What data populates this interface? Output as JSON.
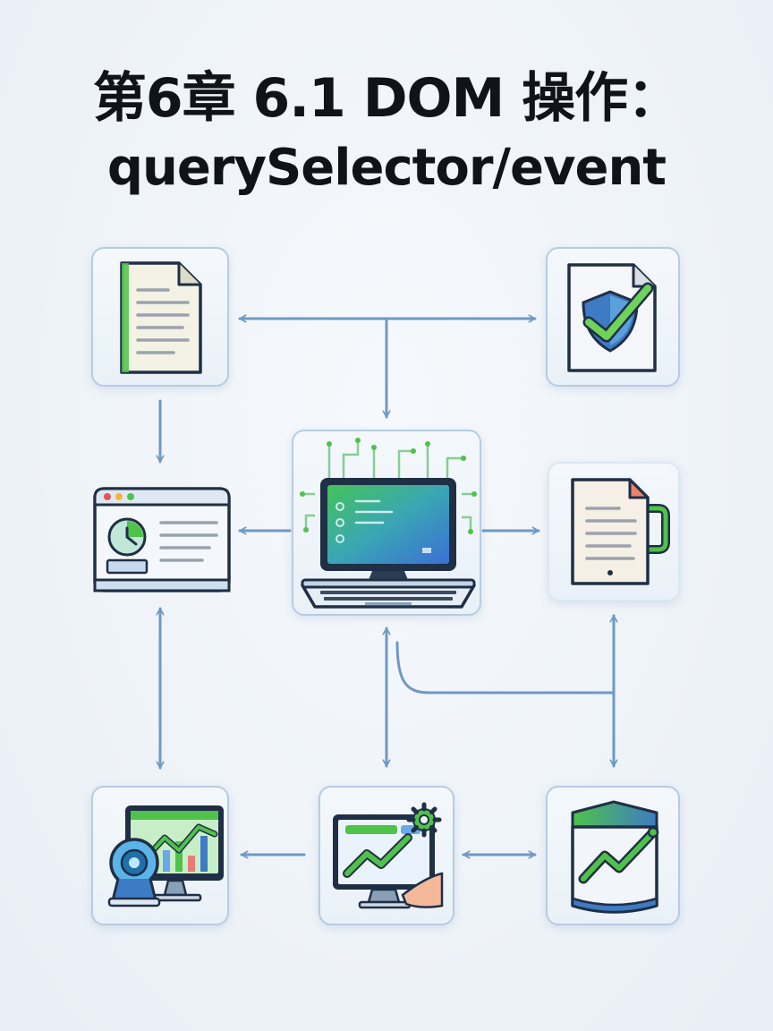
{
  "title": {
    "line1": "第6章 6.1 DOM 操作：",
    "line2": "querySelector/event"
  },
  "colors": {
    "connector": "#6f99c3",
    "node_border": "#b6cce2",
    "accent_green": "#4fc24a",
    "accent_blue": "#3d7bc4",
    "outline": "#1f2f45"
  },
  "nodes": [
    {
      "id": "document",
      "icon": "document-icon"
    },
    {
      "id": "secure-document",
      "icon": "shield-check-document-icon"
    },
    {
      "id": "browser-window",
      "icon": "browser-window-icon"
    },
    {
      "id": "laptop",
      "icon": "laptop-circuit-icon"
    },
    {
      "id": "document-mug",
      "icon": "document-mug-icon"
    },
    {
      "id": "monitor-analytics",
      "icon": "monitor-chart-webcam-icon"
    },
    {
      "id": "screen-growth",
      "icon": "screen-growth-gear-icon"
    },
    {
      "id": "box-growth",
      "icon": "box-growth-icon"
    }
  ]
}
